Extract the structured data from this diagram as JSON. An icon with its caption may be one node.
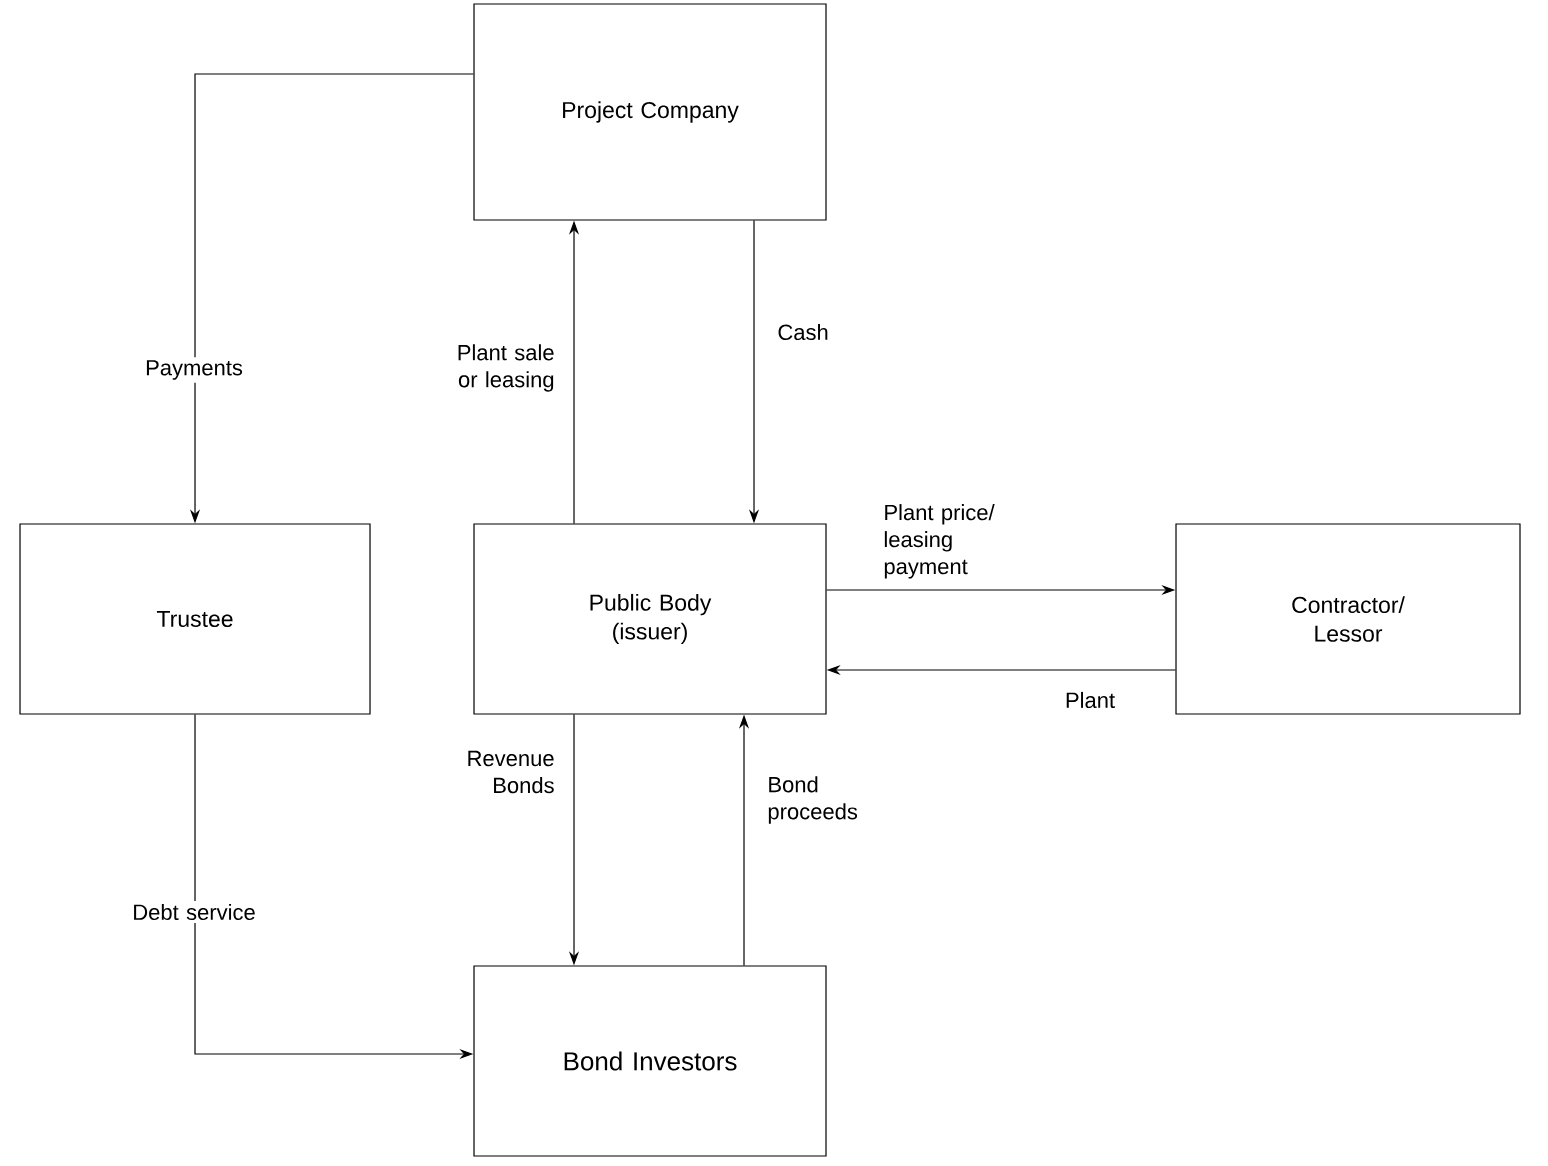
{
  "diagram": {
    "nodes": [
      {
        "text": [
          "Project Company"
        ]
      },
      {
        "text": [
          "Trustee"
        ]
      },
      {
        "text": [
          "Public Body (issuer)"
        ]
      },
      {
        "text": [
          "Contractor/ Lessor"
        ]
      },
      {
        "text": [
          "Bond Investors"
        ]
      }
    ],
    "edges": [
      {
        "from": 0,
        "to": 1,
        "arrow": "to",
        "label": "Payments"
      },
      {
        "from": 2,
        "to": 0,
        "arrow": "to",
        "label": "Plant sale or leasing"
      },
      {
        "from": 0,
        "to": 2,
        "arrow": "to",
        "label": "Cash"
      },
      {
        "from": 2,
        "to": 3,
        "arrow": "to",
        "label": "Plant price/ leasing payment"
      },
      {
        "from": 3,
        "to": 2,
        "arrow": "to",
        "label": "Plant"
      },
      {
        "from": 2,
        "to": 4,
        "arrow": "to",
        "label": "Revenue Bonds"
      },
      {
        "from": 4,
        "to": 2,
        "arrow": "to",
        "label": "Bond proceeds"
      },
      {
        "from": 1,
        "to": 4,
        "arrow": "to",
        "label": "Debt service"
      }
    ]
  }
}
